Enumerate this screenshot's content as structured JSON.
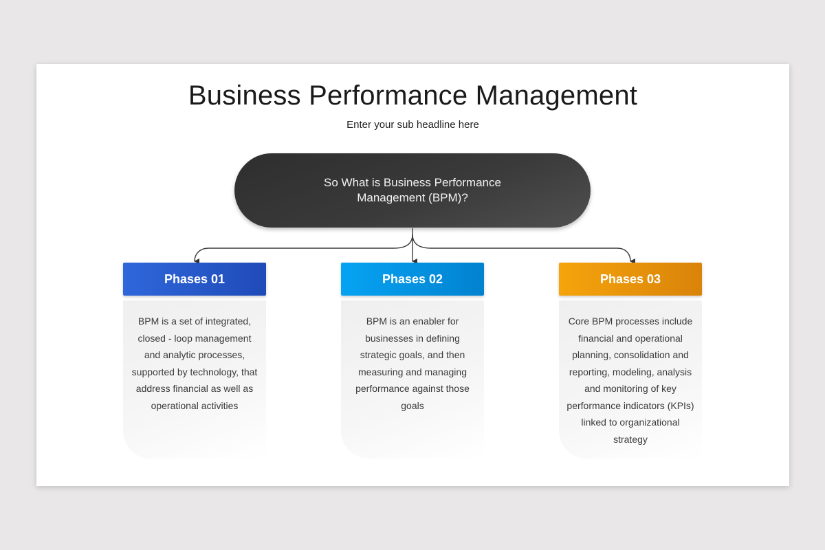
{
  "slide": {
    "title": "Business Performance Management",
    "subtitle": "Enter your sub headline here",
    "question": "So What is Business Performance Management (BPM)?",
    "colors": {
      "background": "#e9e7e8",
      "question_box": "#3a3a3a",
      "phase_01": "#2a5ccf",
      "phase_02": "#0594e3",
      "phase_03": "#ec950b"
    },
    "phases": [
      {
        "label": "Phases 01",
        "text": "BPM is a set of integrated, closed - loop management and analytic processes, supported by technology, that address financial as well as operational activities"
      },
      {
        "label": "Phases 02",
        "text": "BPM is an enabler for businesses in defining strategic goals, and then measuring and managing performance against those goals"
      },
      {
        "label": "Phases 03",
        "text": "Core BPM processes include financial and operational planning, consolidation and reporting, modeling, analysis and monitoring of key performance indicators (KPIs) linked to organizational strategy"
      }
    ]
  }
}
